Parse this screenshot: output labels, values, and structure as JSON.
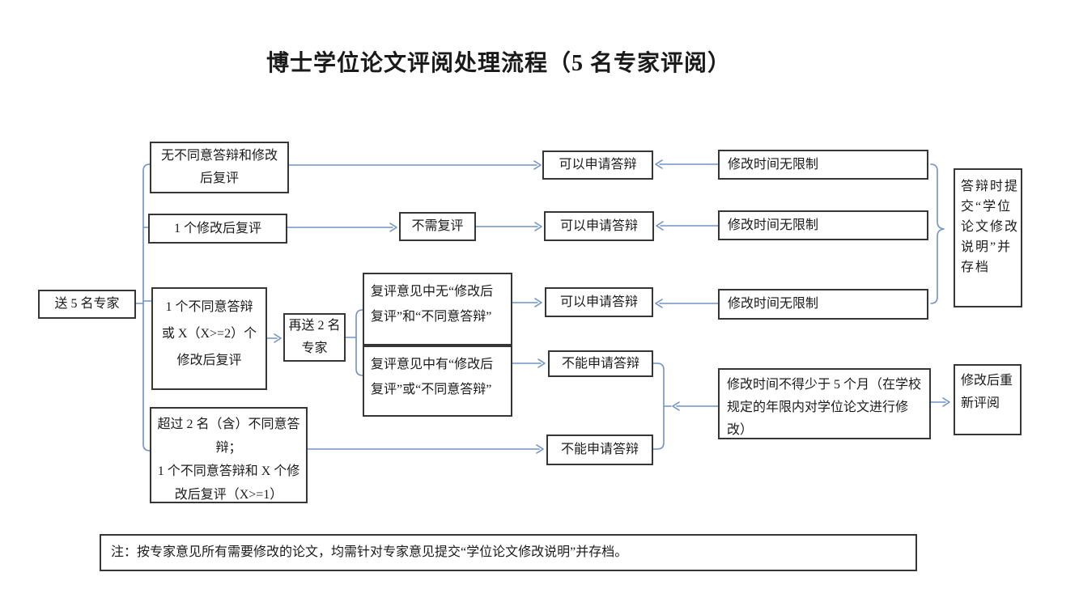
{
  "title": "博士学位论文评阅处理流程（5 名专家评阅）",
  "colors": {
    "connector": "#7092c6",
    "box_border": "#363636",
    "text": "#1a1a1a"
  },
  "nodes": {
    "send5": {
      "text": "送 5 名专家"
    },
    "cond1": {
      "text": "无不同意答辩和修改\n后复评"
    },
    "cond2": {
      "text": "1 个修改后复评"
    },
    "cond3": {
      "text": "1 个不同意答辩\n或 X（X>=2）个\n修改后复评"
    },
    "cond4": {
      "text": "超过 2 名（含）不同意答\n辩；\n1 个不同意答辩和 X 个修\n改后复评（X>=1）"
    },
    "resend2": {
      "text": "再送 2 名\n专家"
    },
    "recheck_no": {
      "text": "复评意见中无“修改后\n复评”和“不同意答辩”"
    },
    "recheck_yes": {
      "text": "复评意见中有“修改后\n复评”或“不同意答辩”"
    },
    "no_need": {
      "text": "不需复评"
    },
    "may1": {
      "text": "可以申请答辩"
    },
    "may2": {
      "text": "可以申请答辩"
    },
    "may3": {
      "text": "可以申请答辩"
    },
    "cannot1": {
      "text": "不能申请答辩"
    },
    "cannot2": {
      "text": "不能申请答辩"
    },
    "time1": {
      "text": "修改时间无限制"
    },
    "time2": {
      "text": "修改时间无限制"
    },
    "time3": {
      "text": "修改时间无限制"
    },
    "archive": {
      "text": "答辩时提\n交“学位\n论文修改\n说明”并\n存档"
    },
    "time5m": {
      "text": "修改时间不得少于 5 个月（在学校\n规定的年限内对学位论文进行修\n改）"
    },
    "rereview": {
      "text": "修改后重\n新评阅"
    },
    "note": {
      "text": "注：按专家意见所有需要修改的论文，均需针对专家意见提交“学位论文修改说明”并存档。"
    }
  }
}
